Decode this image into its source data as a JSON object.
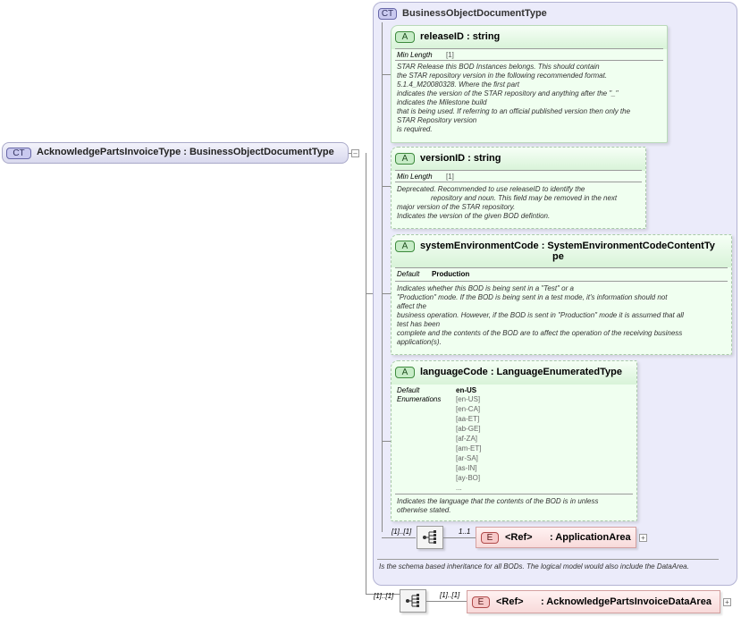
{
  "root": {
    "badge": "CT",
    "name": "AcknowledgePartsInvoiceType : BusinessObjectDocumentType"
  },
  "base": {
    "badge": "CT",
    "name": "BusinessObjectDocumentType",
    "doc": "Is the schema based inheritance for all BODs. The logical model would also include the DataArea."
  },
  "attributes": {
    "releaseID": {
      "badge": "A",
      "name": "releaseID : string",
      "facet_label": "Min Length",
      "facet_value": "[1]",
      "doc": [
        "STAR Release this BOD Instances belongs. This should contain",
        "the STAR repository version in the following recommended format.",
        "5.1.4_M20080328. Where the first part",
        "indicates the version of the STAR repository and anything after the \"_\"",
        "indicates the Milestone build",
        "that is being used. If referring to an official published version then only the",
        "STAR Repository version",
        "is required."
      ]
    },
    "versionID": {
      "badge": "A",
      "name": "versionID : string",
      "facet_label": "Min Length",
      "facet_value": "[1]",
      "doc": [
        "Deprecated. Recommended to use releaseID to identify the",
        "repository and noun. This field may be removed in the next",
        "major version of the STAR repository.",
        "Indicates the version of the given BOD defintion."
      ]
    },
    "systemEnvironmentCode": {
      "badge": "A",
      "name_line1": "systemEnvironmentCode : SystemEnvironmentCodeContentTy",
      "name_line2": "pe",
      "facet_label": "Default",
      "facet_value": "Production",
      "doc": [
        "Indicates whether this BOD is being sent in a \"Test\" or a",
        "\"Production\" mode. If the BOD is being sent in a test mode, it's information should not",
        "affect the",
        "business operation. However, if the BOD is sent in \"Production\" mode it is assumed that all",
        "test has been",
        "complete and the contents of the BOD are to affect the operation of the receiving business",
        "application(s)."
      ]
    },
    "languageCode": {
      "badge": "A",
      "name": "languageCode : LanguageEnumeratedType",
      "default_label": "Default",
      "default_value": "en-US",
      "enum_label": "Enumerations",
      "enumerations": [
        "[en-US]",
        "[en-CA]",
        "[aa-ET]",
        "[ab-GE]",
        "[af-ZA]",
        "[am-ET]",
        "[ar-SA]",
        "[as-IN]",
        "[ay-BO]",
        "..."
      ],
      "doc": [
        "Indicates the language that the contents of the BOD is in unless",
        "otherwise stated."
      ]
    }
  },
  "inner_sequence": {
    "cardinality": "[1]..[1]",
    "element_cardinality": "1..1",
    "element_badge": "E",
    "element_ref": "<Ref>",
    "element_name": ": ApplicationArea"
  },
  "outer_sequence": {
    "cardinality": "[1]..[1]",
    "element_cardinality": "[1]..[1]",
    "element_badge": "E",
    "element_ref": "<Ref>",
    "element_name": ": AcknowledgePartsInvoiceDataArea"
  },
  "icons": {
    "collapse": "minus-icon",
    "expand": "plus-icon",
    "sequence": "sequence-compositor-icon"
  }
}
